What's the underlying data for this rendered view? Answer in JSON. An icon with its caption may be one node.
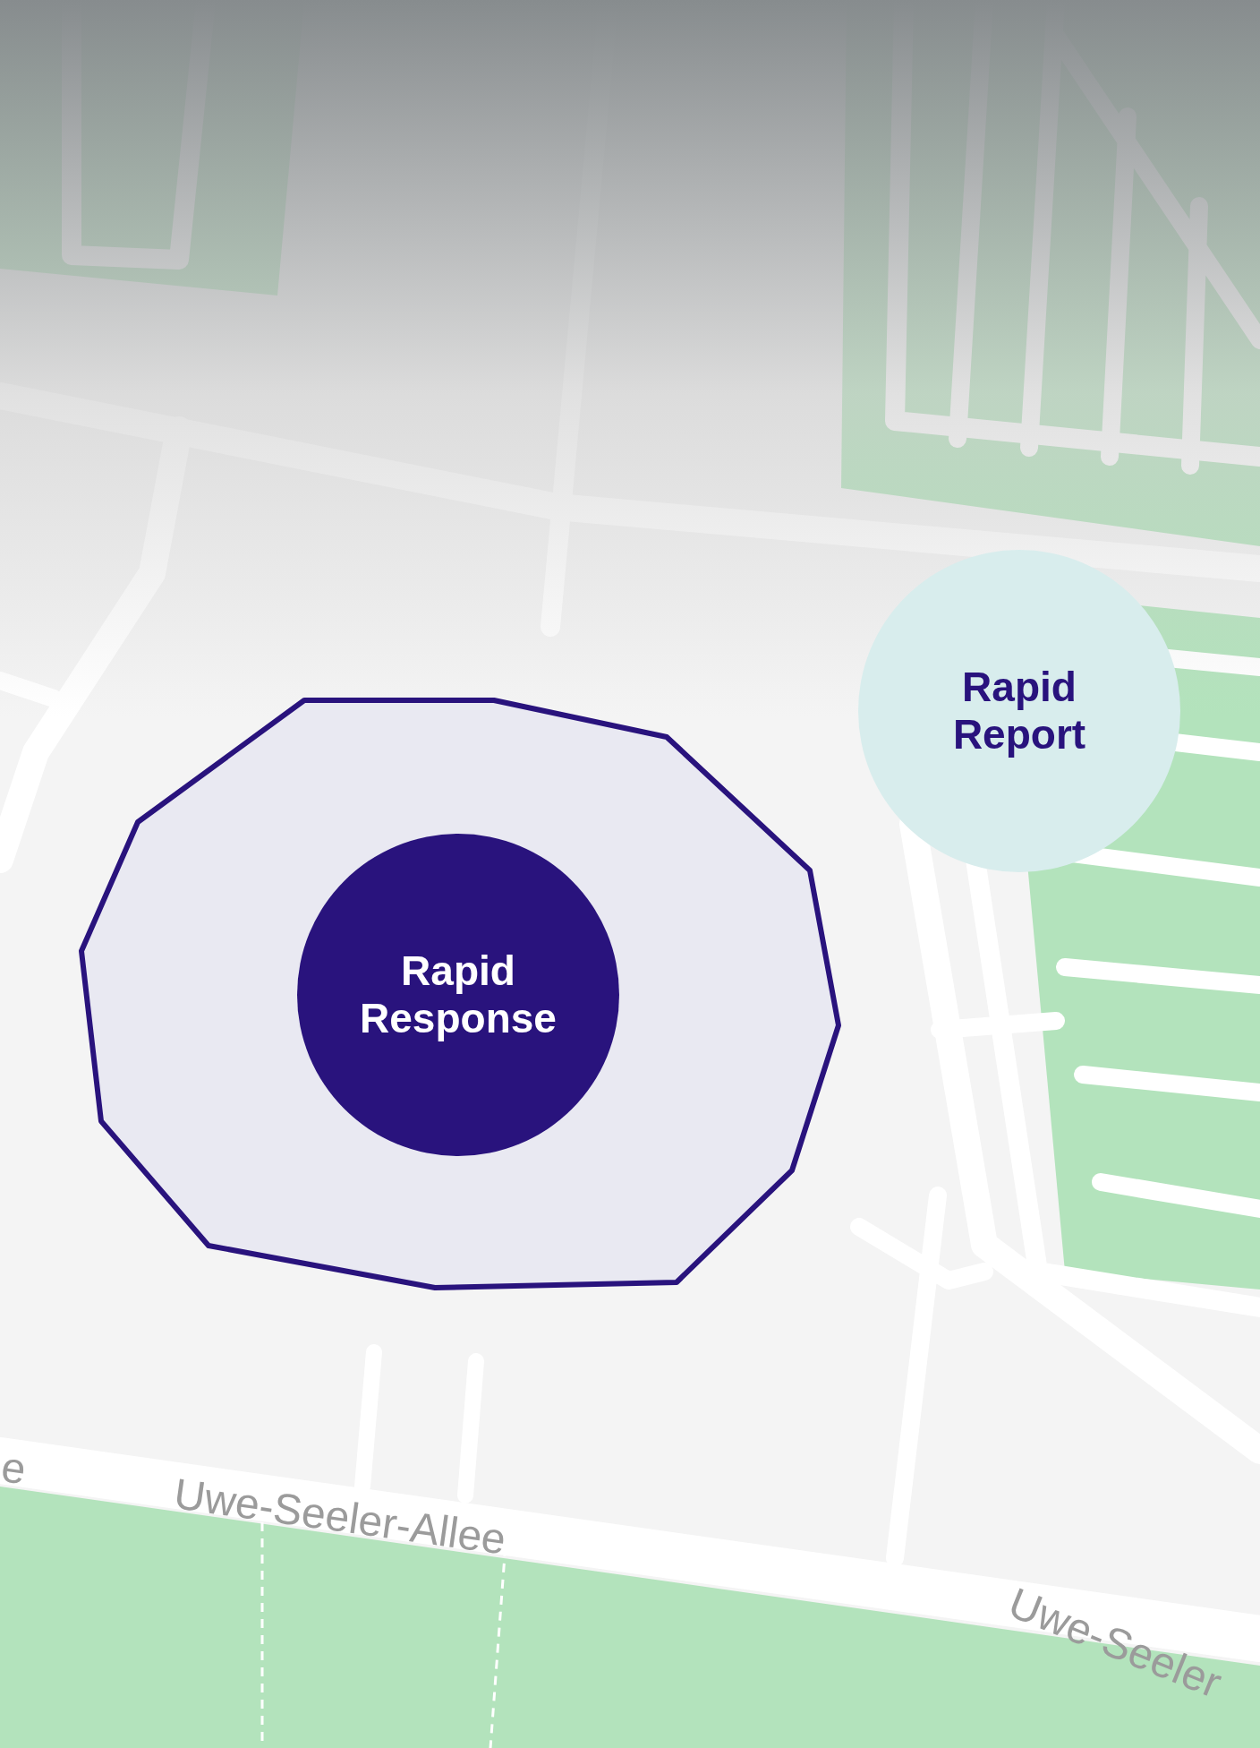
{
  "diagram": {
    "nodes": [
      {
        "text": [],
        "shape": "polygon"
      },
      {
        "text": [
          "Rapid Response"
        ],
        "in": 0
      },
      {
        "text": [
          "Rapid Report"
        ]
      }
    ],
    "labels": [
      "e",
      "Uwe-Seeler-Allee",
      "Uwe-Seeler"
    ]
  }
}
